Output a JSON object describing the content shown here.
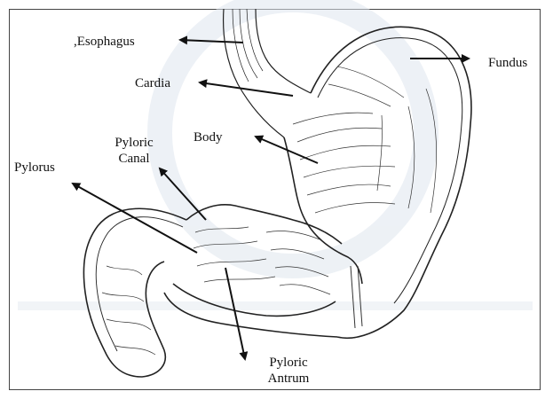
{
  "diagram": {
    "labels": {
      "esophagus": ",Esophagus",
      "cardia": "Cardia",
      "fundus": "Fundus",
      "body": "Body",
      "pyloric_canal_line1": "Pyloric",
      "pyloric_canal_line2": "Canal",
      "pylorus": "Pylorus",
      "pyloric_antrum_line1": "Pyloric",
      "pyloric_antrum_line2": "Antrum"
    },
    "colors": {
      "ink": "#222222",
      "watermark": "#dfe6ee",
      "background": "#ffffff"
    }
  }
}
